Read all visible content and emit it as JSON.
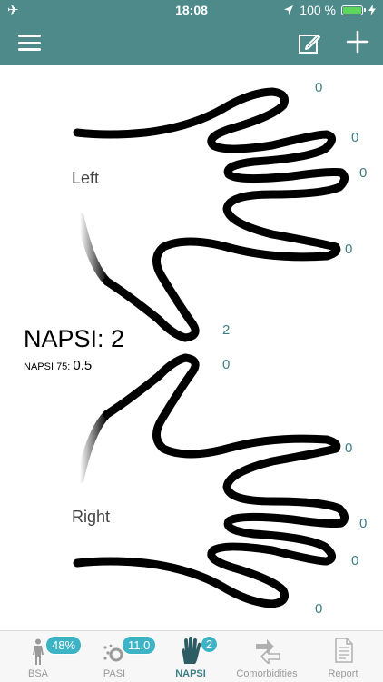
{
  "status_bar": {
    "time": "18:08",
    "battery_percent": "100 %"
  },
  "hands": {
    "left_label": "Left",
    "right_label": "Right",
    "left_scores": [
      "0",
      "0",
      "0",
      "0",
      "2"
    ],
    "right_scores": [
      "0",
      "0",
      "0",
      "0",
      "0"
    ]
  },
  "napsi": {
    "title": "NAPSI: 2",
    "sub_label": "NAPSI 75:",
    "sub_value": "0.5"
  },
  "tabs": [
    {
      "label": "BSA",
      "badge": "48%"
    },
    {
      "label": "PASI",
      "badge": "11.0"
    },
    {
      "label": "NAPSI",
      "badge": "2"
    },
    {
      "label": "Comorbidities",
      "badge": ""
    },
    {
      "label": "Report",
      "badge": ""
    }
  ],
  "colors": {
    "accent": "#4f8a8b",
    "score": "#3d7f86",
    "badge": "#3db4c6"
  }
}
